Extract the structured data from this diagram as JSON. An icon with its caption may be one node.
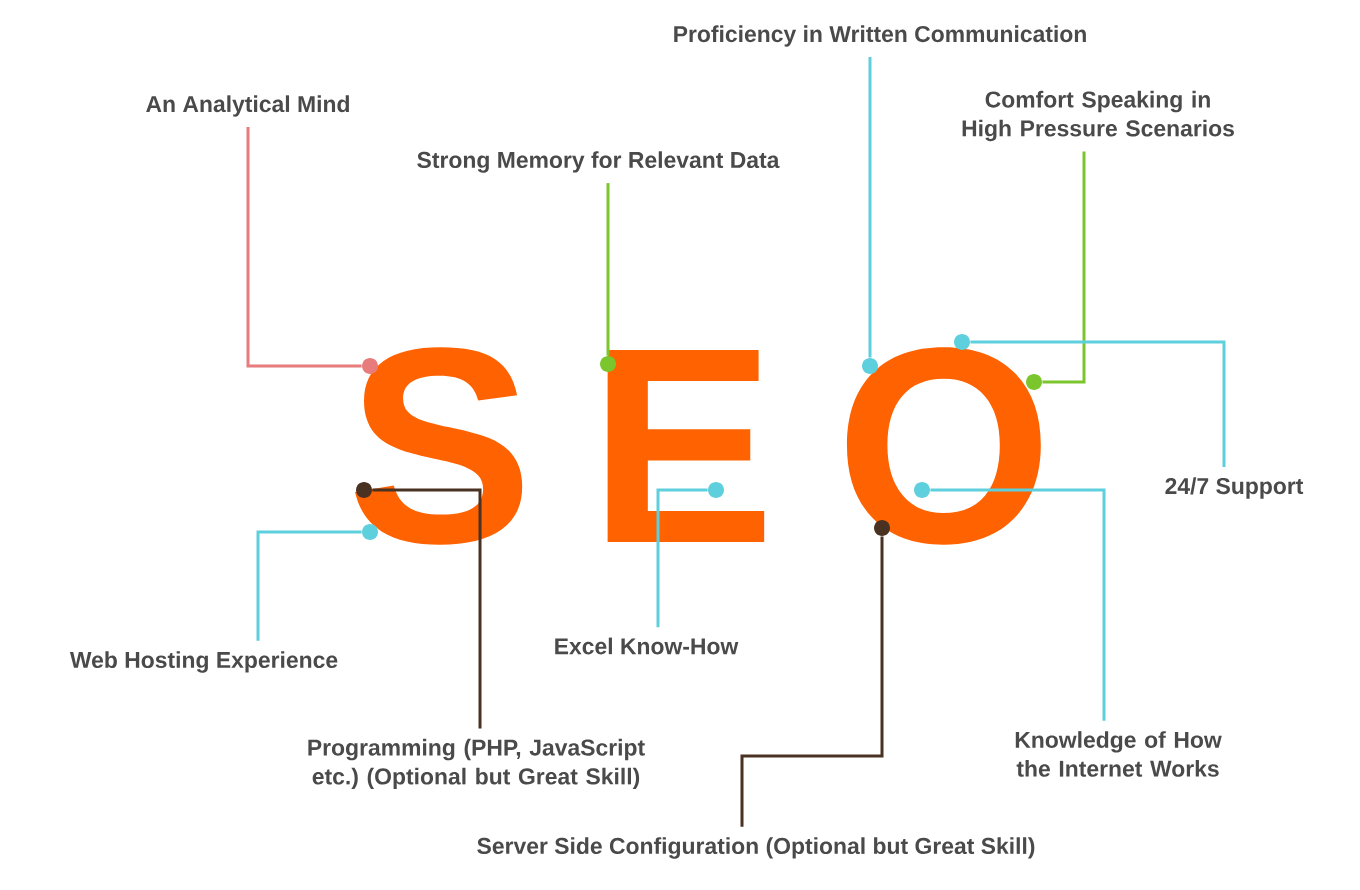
{
  "diagram": {
    "nodes": [
      {
        "text": [
          "Proficiency in Written Communication"
        ]
      },
      {
        "text": [
          "An Analytical Mind"
        ]
      },
      {
        "text": [
          "Comfort Speaking in High Pressure Scenarios"
        ]
      },
      {
        "text": [
          "Strong Memory for Relevant Data"
        ]
      },
      {
        "text": [
          "S"
        ]
      },
      {
        "text": [],
        "shape": "circle",
        "in": 4
      },
      {
        "text": [],
        "shape": "circle",
        "in": 4
      },
      {
        "text": [],
        "shape": "circle",
        "in": 4
      },
      {
        "text": [
          "E"
        ]
      },
      {
        "text": [],
        "shape": "circle",
        "in": 8
      },
      {
        "text": [],
        "shape": "circle",
        "in": 8
      },
      {
        "text": [
          "O"
        ]
      },
      {
        "text": [],
        "shape": "circle",
        "in": 11
      },
      {
        "text": [],
        "shape": "circle",
        "in": 11
      },
      {
        "text": [],
        "shape": "circle",
        "in": 11
      },
      {
        "text": [],
        "shape": "circle",
        "in": 11
      },
      {
        "text": [],
        "shape": "circle",
        "in": 11
      },
      {
        "text": [
          "24/7 Support"
        ]
      },
      {
        "text": [
          "Excel Know-How"
        ]
      },
      {
        "text": [
          "Web Hosting Experience"
        ]
      },
      {
        "text": [
          "Knowledge of How the Internet Works"
        ]
      },
      {
        "text": [
          "Programming (PHP, JavaScript etc.) (Optional but Great Skill)"
        ]
      },
      {
        "text": [
          "Server Side Configuration (Optional but Great Skill)"
        ]
      }
    ],
    "edges": [
      {
        "from": 0,
        "to": 12,
        "arrow": "none"
      },
      {
        "from": 1,
        "to": 5,
        "arrow": "none",
        "color": "#e87b7b"
      },
      {
        "from": 2,
        "to": 16,
        "arrow": "none",
        "color": "#7cc62d"
      },
      {
        "from": 3,
        "to": 9,
        "arrow": "none",
        "color": "#7cc62d"
      },
      {
        "from": 17,
        "to": 15,
        "arrow": "none"
      },
      {
        "from": 18,
        "to": 10,
        "arrow": "none"
      },
      {
        "from": 19,
        "to": 7,
        "arrow": "none"
      },
      {
        "from": 20,
        "to": 14,
        "arrow": "none"
      },
      {
        "from": 21,
        "to": 6,
        "arrow": "none",
        "color": "#4a3223"
      },
      {
        "from": 22,
        "to": 13,
        "arrow": "none",
        "color": "#4a3223"
      }
    ]
  }
}
